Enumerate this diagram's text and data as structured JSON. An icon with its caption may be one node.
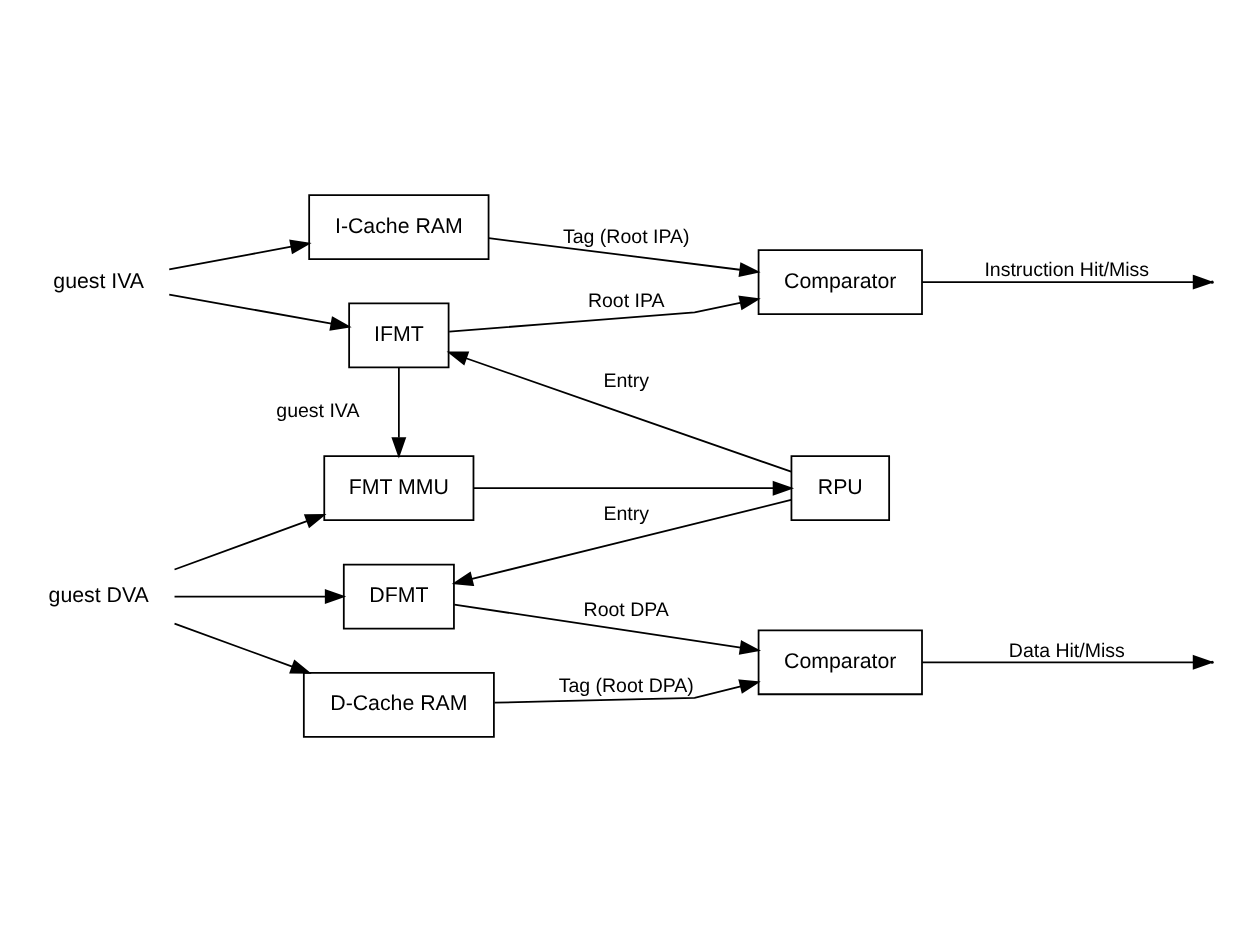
{
  "diagram": {
    "nodes": [
      {
        "text": [
          "I-Cache RAM"
        ]
      },
      {
        "text": [
          "IFMT"
        ]
      },
      {
        "text": [
          "FMT MMU"
        ]
      },
      {
        "text": [
          "RPU"
        ]
      },
      {
        "text": [
          "DFMT"
        ]
      },
      {
        "text": [
          "D-Cache RAM"
        ]
      },
      {
        "text": [
          "Comparator"
        ]
      },
      {
        "text": [
          "Comparator"
        ]
      },
      {
        "text": [
          "guest IVA"
        ]
      },
      {
        "text": [
          "guest DVA"
        ]
      }
    ],
    "edges": [
      {
        "from": 8,
        "to": 0,
        "arrow": "to"
      },
      {
        "from": 8,
        "to": 1,
        "arrow": "to"
      },
      {
        "from": 0,
        "to": 6,
        "arrow": "to",
        "label": "Tag (Root IPA)"
      },
      {
        "from": 1,
        "to": 6,
        "arrow": "to",
        "label": "Root IPA"
      },
      {
        "from": 3,
        "to": 1,
        "arrow": "to",
        "label": "Entry"
      },
      {
        "from": 1,
        "to": 2,
        "arrow": "to",
        "label": "guest IVA"
      },
      {
        "from": 6,
        "to": null,
        "arrow": "to",
        "label": "Instruction Hit/Miss"
      },
      {
        "from": 2,
        "to": 3,
        "arrow": "to"
      },
      {
        "from": 3,
        "to": 4,
        "arrow": "to",
        "label": "Entry"
      },
      {
        "from": 7,
        "to": null,
        "arrow": "to",
        "label": "Data Hit/Miss"
      },
      {
        "from": 9,
        "to": 2,
        "arrow": "to"
      },
      {
        "from": 9,
        "to": 4,
        "arrow": "to"
      },
      {
        "from": 9,
        "to": 5,
        "arrow": "to"
      },
      {
        "from": 4,
        "to": 7,
        "arrow": "to",
        "label": "Root DPA"
      },
      {
        "from": 5,
        "to": 7,
        "arrow": "to",
        "label": "Tag (Root DPA)"
      }
    ]
  }
}
